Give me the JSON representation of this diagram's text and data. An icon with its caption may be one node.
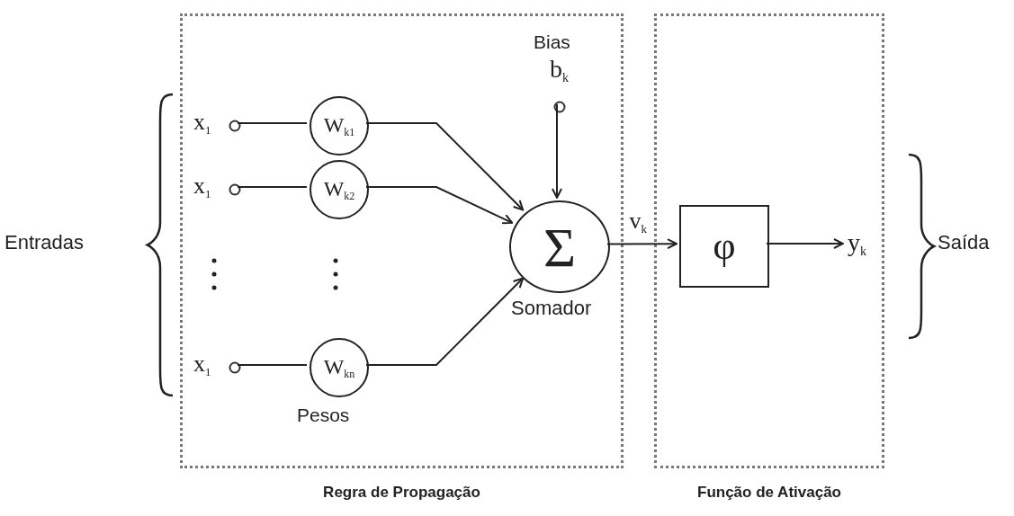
{
  "diagram": {
    "nodes": [
      {
        "text": [
          "Regra de Propagação"
        ]
      },
      {
        "text": [
          "Função de Ativação"
        ]
      },
      {
        "text": [
          "x$_{1}$"
        ],
        "in": 0
      },
      {
        "text": [
          "x$_{1}$"
        ],
        "in": 0
      },
      {
        "text": [
          "x$_{1}$"
        ],
        "in": 0
      },
      {
        "text": [
          "W$_{k1}$"
        ],
        "in": 0
      },
      {
        "text": [
          "W$_{k2}$"
        ],
        "in": 0
      },
      {
        "text": [
          "W$_{kn}$"
        ],
        "in": 0
      },
      {
        "text": [
          "Bias",
          "b$_{k}$"
        ],
        "in": 0
      },
      {
        "text": [
          "Σ"
        ],
        "beside": [
          "Somador"
        ],
        "in": 0
      },
      {
        "text": [
          "φ"
        ],
        "in": 1
      },
      {
        "text": [
          "y$_{k}$"
        ],
        "in": 1
      }
    ],
    "edges": [
      {
        "from": 2,
        "to": 5,
        "arrow": "none"
      },
      {
        "from": 3,
        "to": 6,
        "arrow": "none"
      },
      {
        "from": 4,
        "to": 7,
        "arrow": "none"
      },
      {
        "from": 5,
        "to": 9,
        "arrow": "to"
      },
      {
        "from": 6,
        "to": 9,
        "arrow": "to"
      },
      {
        "from": 7,
        "to": 9,
        "arrow": "to"
      },
      {
        "from": 8,
        "to": 9,
        "arrow": "to"
      },
      {
        "from": 9,
        "to": 10,
        "arrow": "to",
        "label": "v$_{k}$"
      },
      {
        "from": 10,
        "to": 11,
        "arrow": "to"
      }
    ],
    "labels": [
      "Entradas",
      "Pesos",
      "Saída"
    ]
  }
}
